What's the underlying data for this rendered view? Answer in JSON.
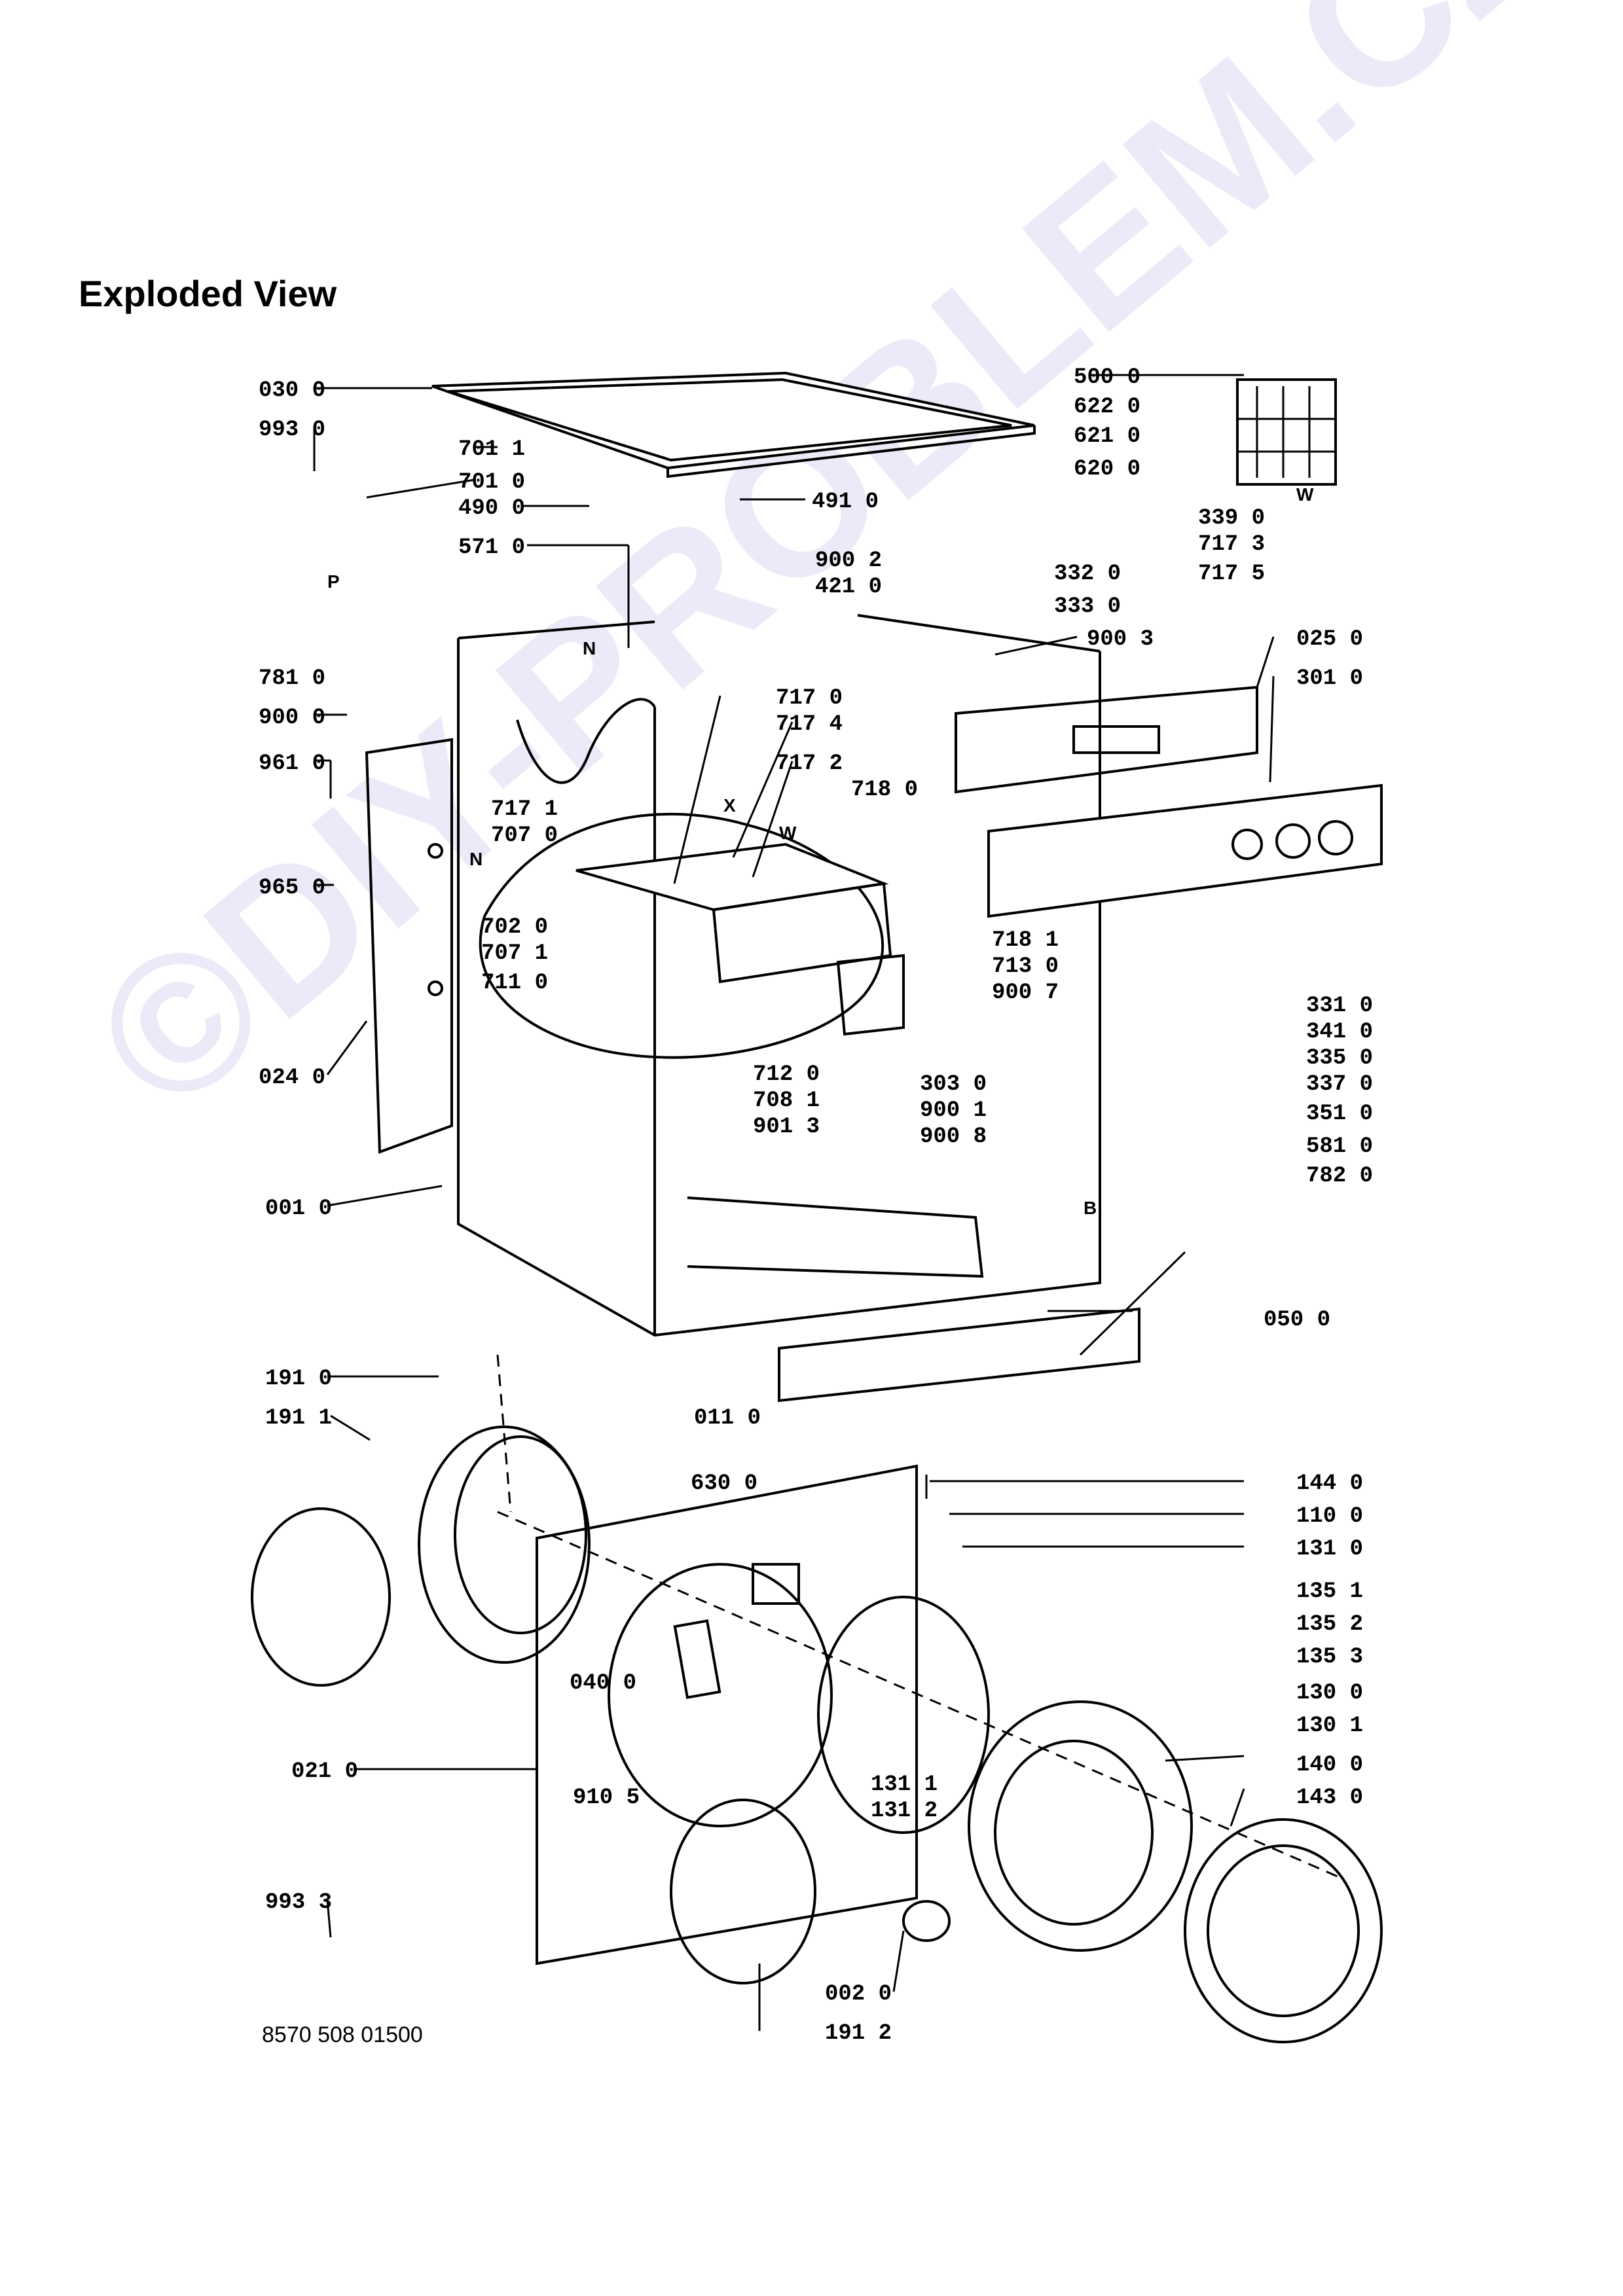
{
  "title": "Exploded View",
  "document_number": "8570 508 01500",
  "watermark": "©DIY-PROBLEM.CZ",
  "view_markers": [
    "N",
    "P",
    "X",
    "W",
    "N",
    "W",
    "B"
  ],
  "labels": [
    "030 0",
    "993 0",
    "701 1",
    "701 0",
    "490 0",
    "491 0",
    "571 0",
    "781 0",
    "900 0",
    "961 0",
    "965 0",
    "024 0",
    "001 0",
    "500 0",
    "622 0",
    "621 0",
    "620 0",
    "339 0",
    "717 3",
    "717 5",
    "332 0",
    "333 0",
    "900 2",
    "421 0",
    "900 3",
    "025 0",
    "301 0",
    "717 0",
    "717 4",
    "717 2",
    "718 0",
    "717 1",
    "707 0",
    "702 0",
    "707 1",
    "711 0",
    "718 1",
    "713 0",
    "900 7",
    "712 0",
    "708 1",
    "901 3",
    "303 0",
    "900 1",
    "900 8",
    "331 0",
    "341 0",
    "335 0",
    "337 0",
    "351 0",
    "581 0",
    "782 0",
    "050 0",
    "191 0",
    "191 1",
    "011 0",
    "630 0",
    "144 0",
    "110 0",
    "131 0",
    "135 1",
    "135 2",
    "135 3",
    "130 0",
    "130 1",
    "040 0",
    "021 0",
    "910 5",
    "131 1",
    "131 2",
    "140 0",
    "143 0",
    "993 3",
    "002 0",
    "191 2"
  ]
}
